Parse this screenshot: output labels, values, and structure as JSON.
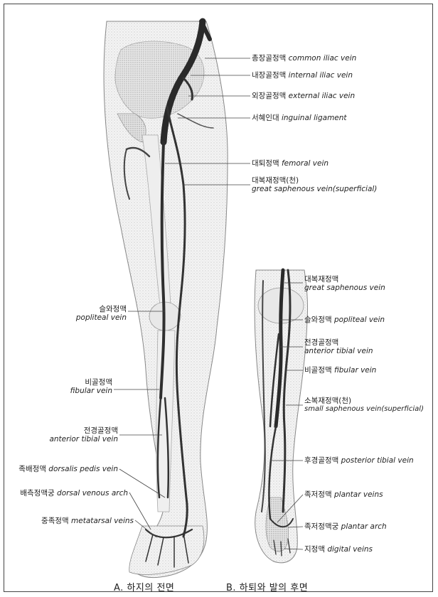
{
  "diagram_a": {
    "caption": "A. 하지의 전면",
    "labels": {
      "common_iliac": {
        "ko": "총장골정맥",
        "en": "common iliac vein"
      },
      "internal_iliac": {
        "ko": "내장골정맥",
        "en": "internal iliac vein"
      },
      "external_iliac": {
        "ko": "외장골정맥",
        "en": "external iliac vein"
      },
      "inguinal": {
        "ko": "서혜인대",
        "en": "inguinal ligament"
      },
      "femoral": {
        "ko": "대퇴정맥",
        "en": "femoral vein"
      },
      "great_saphenous_ko": "대복재정맥(천)",
      "great_saphenous_en": "great saphenous vein(superficial)",
      "popliteal_ko": "슬와정맥",
      "popliteal_en": "popliteal vein",
      "fibular_ko": "비골정맥",
      "fibular_en": "fibular vein",
      "anterior_tibial_ko": "전경골정맥",
      "anterior_tibial_en": "anterior tibial vein",
      "dorsalis_pedis": {
        "ko": "족배정맥",
        "en": "dorsalis pedis vein"
      },
      "dorsal_arch": {
        "ko": "배측정맥궁",
        "en": "dorsal venous arch"
      },
      "metatarsal": {
        "ko": "중족정맥",
        "en": "metatarsal veins"
      }
    }
  },
  "diagram_b": {
    "caption": "B. 하퇴와 발의 후면",
    "labels": {
      "great_saphenous_ko": "대복재정맥",
      "great_saphenous_en": "great saphenous vein",
      "popliteal": {
        "ko": "슬와정맥",
        "en": "popliteal vein"
      },
      "anterior_tibial_ko": "전경골정맥",
      "anterior_tibial_en": "anterior tibial vein",
      "fibular": {
        "ko": "비골정맥",
        "en": "fibular vein"
      },
      "small_saphenous_ko": "소복재정맥(천)",
      "small_saphenous_en": "small saphenous vein(superficial)",
      "posterior_tibial": {
        "ko": "후경골정맥",
        "en": "posterior tibial vein"
      },
      "plantar_veins": {
        "ko": "족저정맥",
        "en": "plantar veins"
      },
      "plantar_arch": {
        "ko": "족저정맥궁",
        "en": "plantar arch"
      },
      "digital": {
        "ko": "지정맥",
        "en": "digital veins"
      }
    }
  }
}
